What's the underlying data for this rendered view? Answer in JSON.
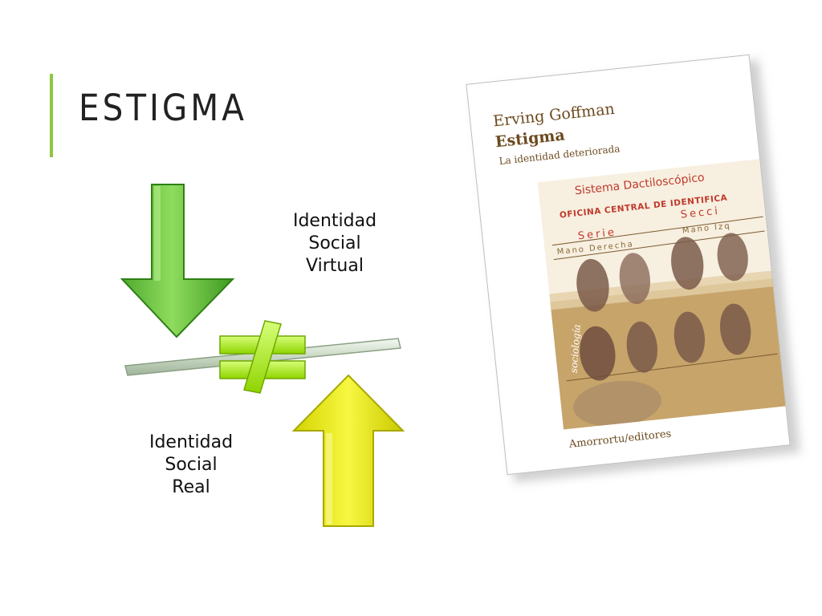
{
  "slide": {
    "title": "ESTIGMA",
    "accent_color": "#8dc63f"
  },
  "diagram": {
    "top_label": [
      "Identidad",
      "Social",
      "Virtual"
    ],
    "bottom_label": [
      "Identidad",
      "Social",
      "Real"
    ],
    "down_arrow_color": "#6cc24a",
    "up_arrow_color": "#f0f000",
    "not_equal_color": "#b5f23a",
    "icons": [
      "down-arrow-icon",
      "up-arrow-icon",
      "not-equal-icon",
      "balance-bar"
    ]
  },
  "book": {
    "author": "Erving Goffman",
    "title": "Estigma",
    "subtitle": "La identidad deteriorada",
    "cover_texts": {
      "sistema": "Sistema Dactiloscópico",
      "oficina": "OFICINA CENTRAL DE IDENTIFICA",
      "serie": "Serie",
      "seccion": "Secci",
      "mano_derecha": "Mano Derecha",
      "mano_izquierda": "Mano Izq"
    },
    "series_mark": "sociología",
    "publisher": "Amorrortu/editores"
  }
}
